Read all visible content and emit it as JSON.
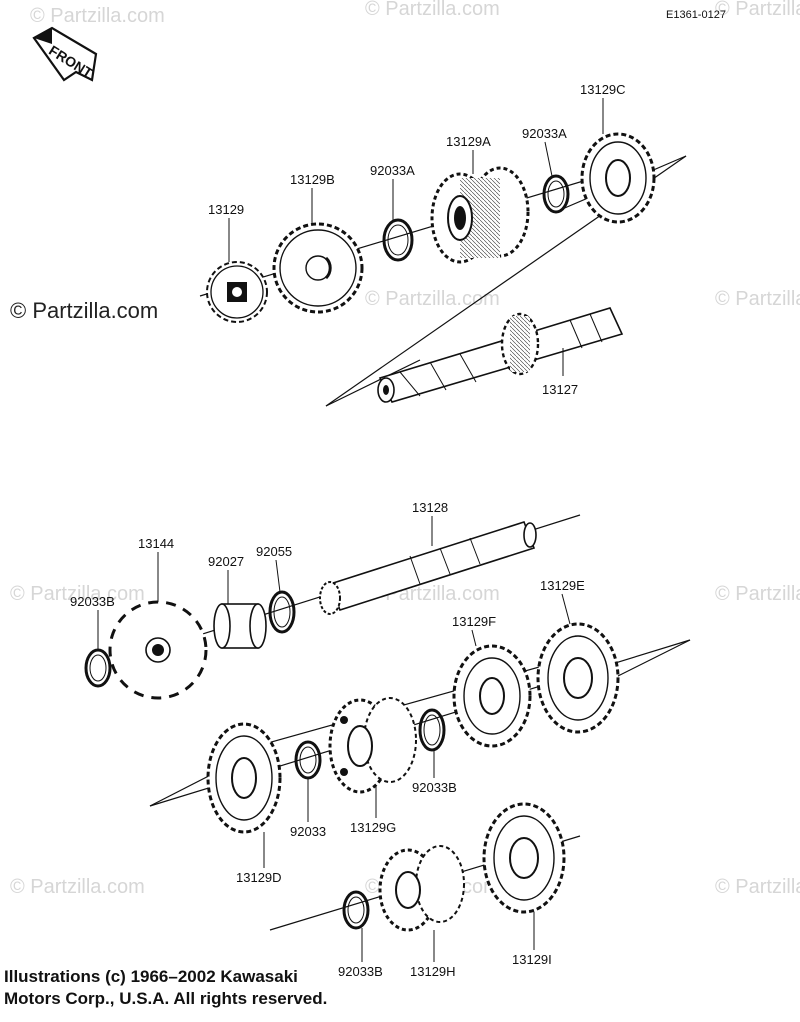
{
  "diagram": {
    "code": "E1361-0127",
    "front_arrow_label": "FRONT",
    "watermark_text": "© Partzilla.com",
    "part_labels": {
      "p13129": "13129",
      "p13129B": "13129B",
      "p92033A_1": "92033A",
      "p13129A": "13129A",
      "p92033A_2": "92033A",
      "p13129C": "13129C",
      "p13127": "13127",
      "p13128": "13128",
      "p13144": "13144",
      "p92027": "92027",
      "p92055": "92055",
      "p92033B_1": "92033B",
      "p13129E": "13129E",
      "p13129F": "13129F",
      "p92033B_2": "92033B",
      "p92033": "92033",
      "p13129G": "13129G",
      "p13129D": "13129D",
      "p13129I": "13129I",
      "p92033B_3": "92033B",
      "p13129H": "13129H"
    },
    "copyright_lines": [
      "Illustrations (c) 1966–2002 Kawasaki",
      "Motors Corp., U.S.A.  All rights reserved."
    ],
    "colors": {
      "ink": "#111111",
      "watermark": "#d6d6d6",
      "background": "#ffffff"
    }
  }
}
